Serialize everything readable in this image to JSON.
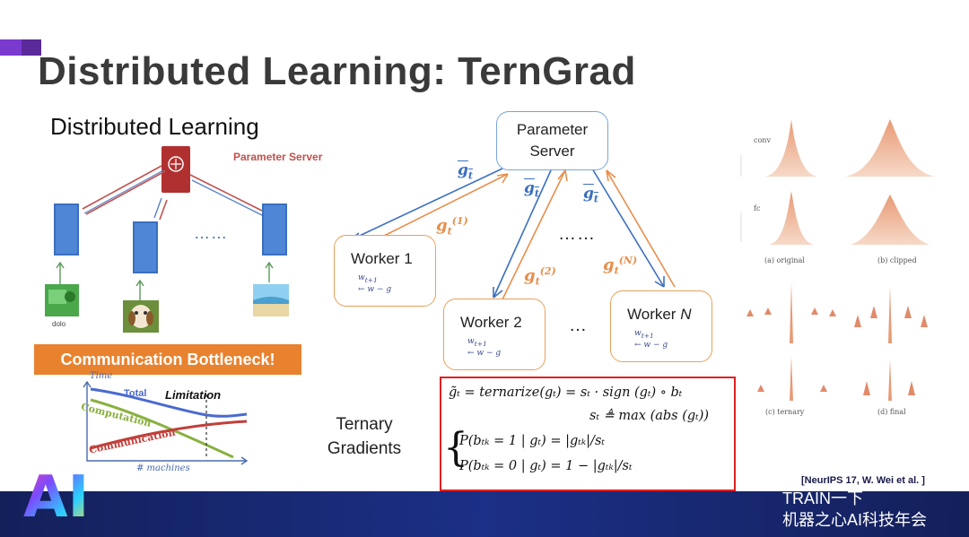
{
  "slide": {
    "title": "Distributed Learning: TernGrad",
    "subtitle": "Distributed Learning"
  },
  "left_diagram": {
    "parameter_server_label": "Parameter Server",
    "dots": "……",
    "sample_caption": "dolo",
    "bottleneck_banner": "Communication Bottleneck!",
    "mini_chart": {
      "y_label": "Time",
      "x_label": "# machines",
      "total_label": "Total",
      "computation_label": "Computation",
      "communication_label": "Communication",
      "limitation_label": "Limitation"
    }
  },
  "center_diagram": {
    "parameter_server": "Parameter Server",
    "worker1": "Worker 1",
    "worker2": "Worker 2",
    "workerN_prefix": "Worker ",
    "workerN_suffix": "N",
    "worker_formula_top": "w",
    "worker_formula_top_sub": "t+1",
    "worker_formula_bottom": "← w",
    "worker_formula_bottom_rest": " − g",
    "g_bar": "g",
    "g_bar_sub": "t",
    "g1": "g",
    "g1_sub": "t",
    "g1_sup": "(1)",
    "g2_sup": "(2)",
    "gN_sup": "(N)",
    "dots_top": "……",
    "dots_mid": "…"
  },
  "ternary": {
    "label_line1": "Ternary",
    "label_line2": "Gradients",
    "eq1": "g̃ₜ = ternarize(gₜ) = sₜ · sign (gₜ) ∘ bₜ",
    "eq2": "sₜ ≜ max (abs (gₜ))",
    "eq3": "P(bₜₖ = 1 | gₜ) = |gₜₖ|/sₜ",
    "eq4": "P(bₜₖ = 0 | gₜ) = 1 − |gₜₖ|/sₜ"
  },
  "right_panel": {
    "row_label_conv": "conv",
    "row_label_fc": "fc",
    "caption_a": "(a) original",
    "caption_b": "(b) clipped",
    "caption_c": "(c) ternary",
    "caption_d": "(d) final"
  },
  "citation": "[NeurIPS 17, W. Wei et al. ]",
  "footer": {
    "logo": "AI",
    "watermark_line1": "TRAIN一下",
    "watermark_line2": "机器之心AI科技年会"
  },
  "colors": {
    "accent_orange": "#e8822f",
    "worker_border": "#e8a05a",
    "server_border": "#7aa6d6",
    "formula_border": "#e02020",
    "footer_blue": "#1b2f86"
  }
}
